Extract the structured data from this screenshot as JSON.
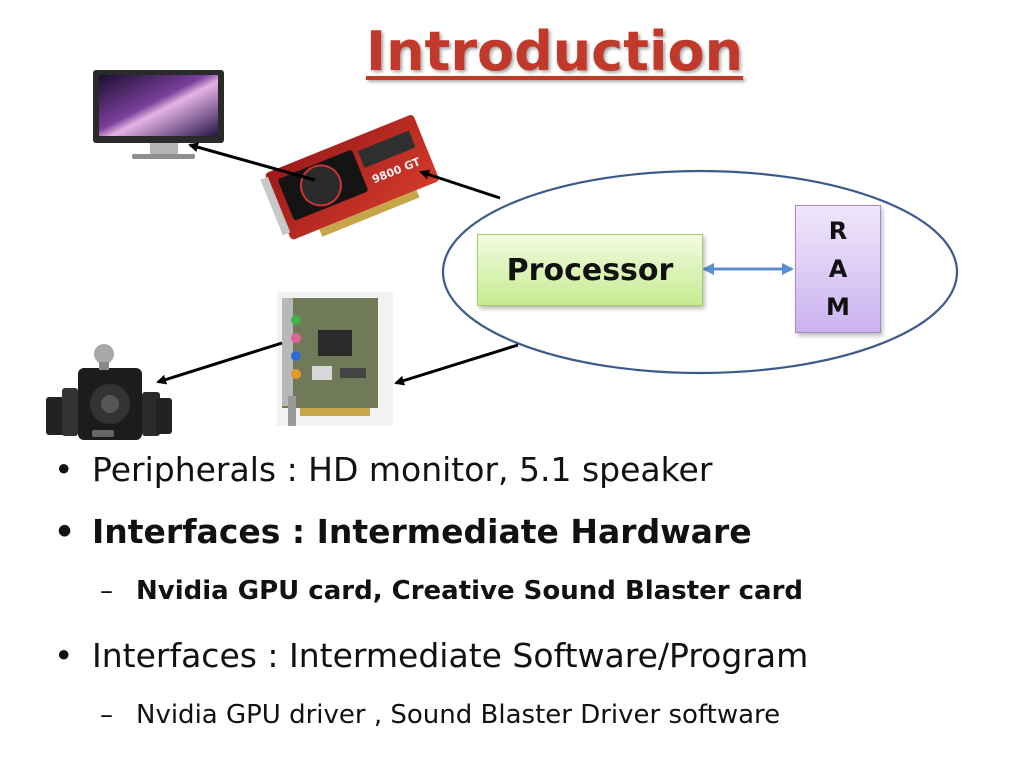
{
  "title": "Introduction",
  "diagram": {
    "processor_label": "Processor",
    "ram_letters": [
      "R",
      "A",
      "M"
    ],
    "images": {
      "monitor": "monitor-icon",
      "gpu_card": "gpu-card-icon",
      "gpu_card_model_text": "9800 GT",
      "sound_card": "sound-card-icon",
      "speakers": "speakers-icon"
    }
  },
  "bullets": [
    {
      "text": "Peripherals :  HD monitor, 5.1 speaker",
      "bold": false,
      "level": 1
    },
    {
      "text": "Interfaces :  Intermediate Hardware",
      "bold": true,
      "level": 1
    },
    {
      "text": "Nvidia GPU card,  Creative Sound Blaster card",
      "bold": true,
      "level": 2
    },
    {
      "text": "Interfaces : Intermediate Software/Program",
      "bold": false,
      "level": 1
    },
    {
      "text": "Nvidia GPU driver , Sound Blaster Driver software",
      "bold": false,
      "level": 2
    }
  ],
  "colors": {
    "title": "#c0392b",
    "ellipse_stroke": "#3c5a8c",
    "processor_fill": "#c6ec92",
    "ram_fill": "#cbb3ef",
    "double_arrow": "#5b8fd0"
  }
}
